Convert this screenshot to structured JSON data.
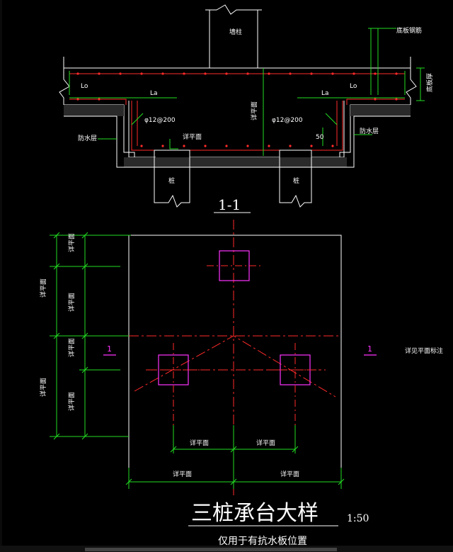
{
  "section_view": {
    "wall_label": "墙柱",
    "bottom_rebar_label": "底板钢筋",
    "slab_thickness_label": "底板厚",
    "la_left": "La",
    "la_right": "La",
    "lo_left": "Lo",
    "lo_right": "Lo",
    "rebar_left": "φ12@200",
    "rebar_right": "φ12@200",
    "see_plan_vertical": "详平面",
    "see_plan_middle": "详平面",
    "dimension_50": "50",
    "waterproof_left": "防水层",
    "waterproof_right": "防水层",
    "pile_left": "桩",
    "pile_right": "桩",
    "section_mark": "1-1"
  },
  "plan_view": {
    "left_dims": [
      "详平面",
      "详平面",
      "详平面",
      "详平面"
    ],
    "outer_left_dims": [
      "详平面",
      "详平面"
    ],
    "center_dims": [
      "详平面",
      "详平面"
    ],
    "bottom_dims": [
      "详平面",
      "详平面"
    ],
    "section_marker_left": "1",
    "section_marker_right": "1",
    "note_right": "详见平面标注"
  },
  "title_block": {
    "title": "三桩承台大样",
    "scale": "1:50",
    "subtitle": "仅用于有抗水板位置"
  }
}
